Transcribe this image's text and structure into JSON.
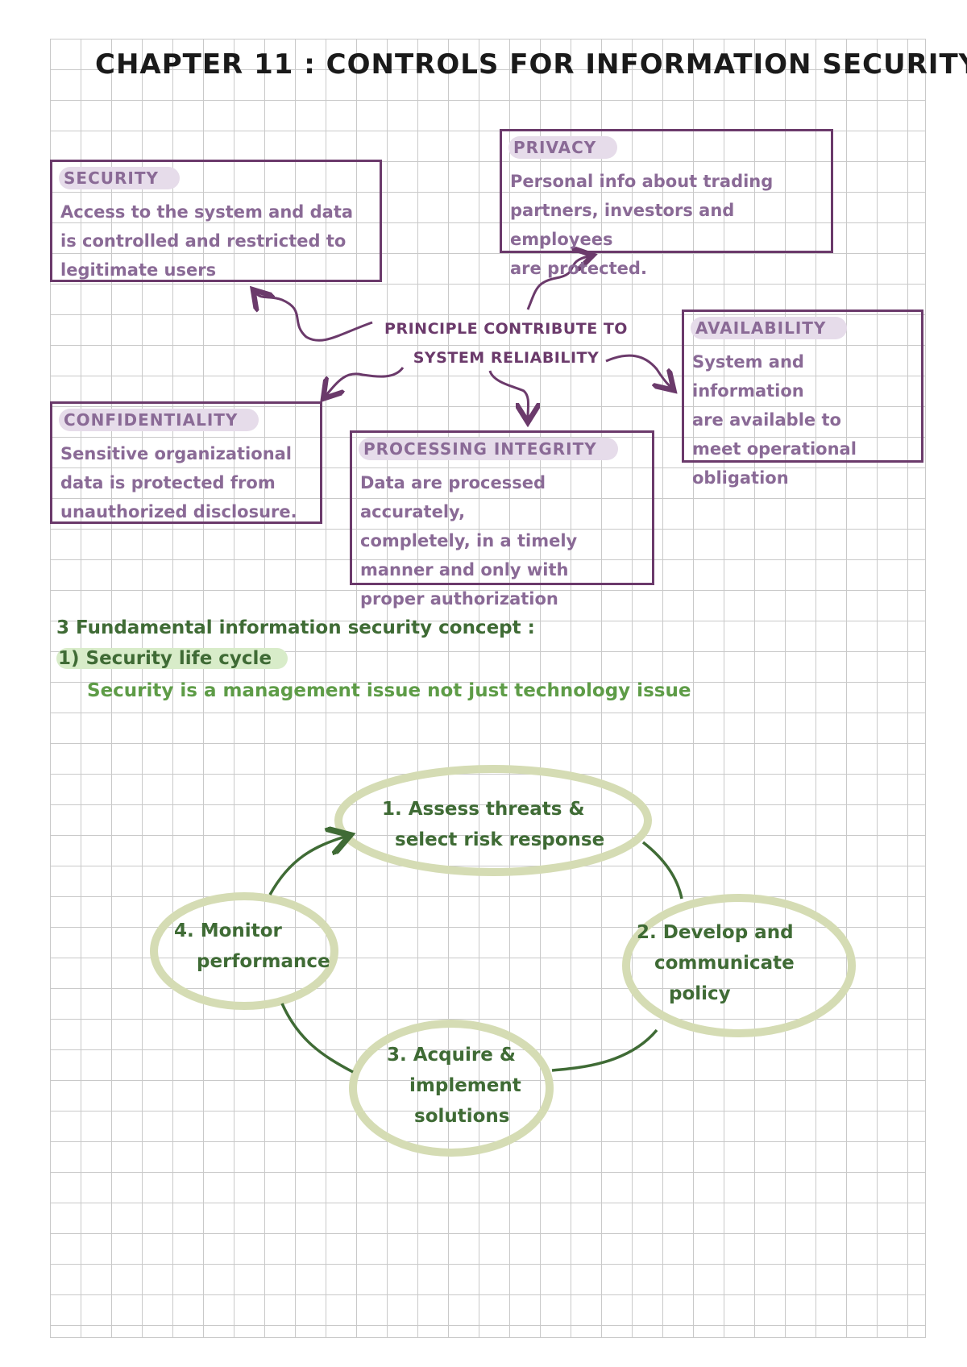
{
  "title": "CHAPTER 11 : CONTROLS  FOR  INFORMATION  SECURITY",
  "colors": {
    "purple_border": "#6b3a6b",
    "purple_text": "#8a6a96",
    "green_dark": "#3f6b35",
    "green_light": "#5e9c47",
    "ellipse": "#d5dcb4"
  },
  "center": {
    "line1": "PRINCIPLE CONTRIBUTE TO",
    "line2": "SYSTEM RELIABILITY"
  },
  "boxes": {
    "security": {
      "heading": "SECURITY",
      "lines": [
        "Access to the system and data",
        "is controlled and restricted to",
        "legitimate users"
      ]
    },
    "privacy": {
      "heading": "PRIVACY",
      "lines": [
        "Personal info about trading",
        "partners, investors and employees",
        "are protected."
      ]
    },
    "availability": {
      "heading": "AVAILABILITY",
      "lines": [
        "System and information",
        "are available to",
        "meet operational",
        "obligation"
      ]
    },
    "confidentiality": {
      "heading": "CONFIDENTIALITY",
      "lines": [
        "Sensitive organizational",
        "data is protected from",
        "unauthorized disclosure."
      ]
    },
    "processing_integrity": {
      "heading": "PROCESSING INTEGRITY",
      "lines": [
        "Data are processed accurately,",
        "completely, in a timely",
        "manner and only with",
        "proper authorization"
      ]
    }
  },
  "concepts": {
    "heading": "3 Fundamental information security concept :",
    "item1": "1) Security life cycle",
    "item1_desc": "Security is a management issue not just technology issue"
  },
  "cycle": {
    "step1": {
      "line1": "1. Assess threats &",
      "line2": "select risk response"
    },
    "step2": {
      "line1": "2. Develop and",
      "line2": "communicate",
      "line3": "policy"
    },
    "step3": {
      "line1": "3. Acquire &",
      "line2": "implement",
      "line3": "solutions"
    },
    "step4": {
      "line1": "4. Monitor",
      "line2": "performance"
    }
  }
}
